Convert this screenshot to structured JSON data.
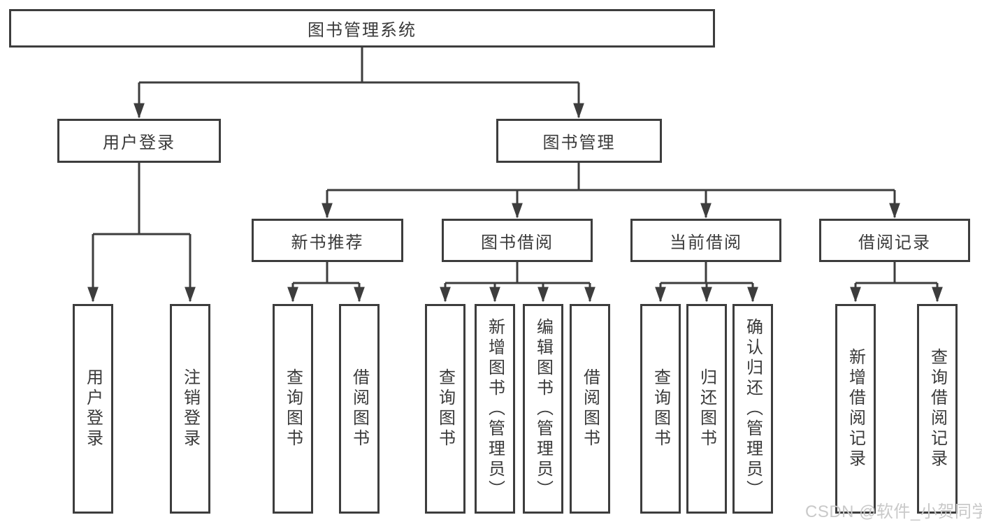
{
  "tree": {
    "root": "图书管理系统",
    "user_login": {
      "label": "用户登录",
      "children": [
        "用户登录",
        "注销登录"
      ]
    },
    "book_mgmt": {
      "label": "图书管理",
      "sections": [
        {
          "label": "新书推荐",
          "children": [
            "查询图书",
            "借阅图书"
          ]
        },
        {
          "label": "图书借阅",
          "children": [
            "查询图书",
            "新增图书（管理员）",
            "编辑图书（管理员）",
            "借阅图书"
          ]
        },
        {
          "label": "当前借阅",
          "children": [
            "查询图书",
            "归还图书",
            "确认归还（管理员）"
          ]
        },
        {
          "label": "借阅记录",
          "children": [
            "新增借阅记录",
            "查询借阅记录"
          ]
        }
      ]
    }
  },
  "watermark": "CSDN @软件_小贺同学",
  "colors": {
    "line": "#3d3d3d",
    "text": "#3a3a3a",
    "watermark": "#c9c9c9",
    "background": "#ffffff"
  }
}
